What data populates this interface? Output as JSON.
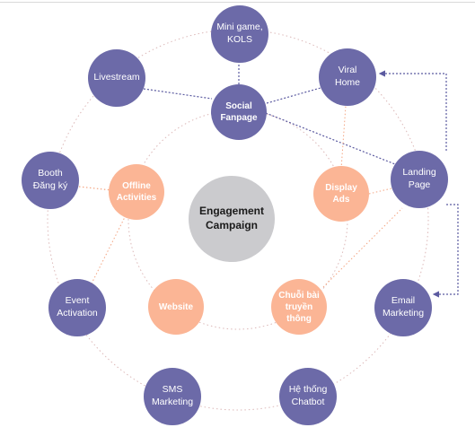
{
  "diagram": {
    "center": {
      "label": "Engagement\nCampaign"
    },
    "outer_nodes": [
      {
        "id": "mini-game-kols",
        "label": "Mini game,\nKOLS"
      },
      {
        "id": "livestream",
        "label": "Livestream"
      },
      {
        "id": "viral-home",
        "label": "Viral\nHome"
      },
      {
        "id": "social-fanpage",
        "label": "Social\nFanpage"
      },
      {
        "id": "booth-dang-ky",
        "label": "Booth\nĐăng ký"
      },
      {
        "id": "landing-page",
        "label": "Landing\nPage"
      },
      {
        "id": "event-activation",
        "label": "Event\nActivation"
      },
      {
        "id": "email-marketing",
        "label": "Email\nMarketing"
      },
      {
        "id": "sms-marketing",
        "label": "SMS\nMarketing"
      },
      {
        "id": "he-thong-chatbot",
        "label": "Hệ thống\nChatbot"
      }
    ],
    "inner_nodes": [
      {
        "id": "offline-activities",
        "label": "Offline\nActivities"
      },
      {
        "id": "display-ads",
        "label": "Display\nAds"
      },
      {
        "id": "website",
        "label": "Website"
      },
      {
        "id": "chuoi-bai-truyen-thong",
        "label": "Chuỗi bài\ntruyền\nthông"
      }
    ],
    "colors": {
      "outer_node": "#6c6aa8",
      "inner_node": "#fbb595",
      "center_node": "#cbcbce",
      "connector_purple": "#5b5aa0",
      "connector_orange": "#f4a582",
      "ring": "#d9b3b3"
    }
  }
}
